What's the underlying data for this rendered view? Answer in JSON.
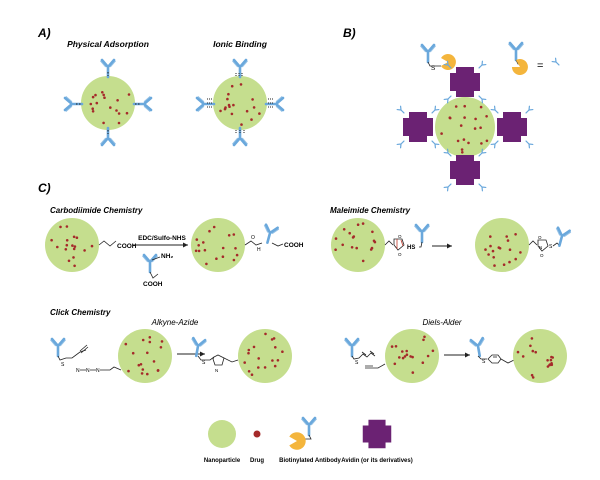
{
  "panels": {
    "a": {
      "letter": "A)",
      "left_title": "Physical Adsorption",
      "right_title": "Ionic Binding"
    },
    "b": {
      "letter": "B)",
      "equals": "=",
      "thiol_label": "S"
    },
    "c": {
      "letter": "C)",
      "carbodiimide": {
        "title": "Carbodiimide Chemistry",
        "reagent": "EDC/Sulfo-NHS",
        "cooh": "COOH",
        "amine": "NH₂",
        "cooh_ab": "COOH",
        "amide_o": "O",
        "amide_n": "H"
      },
      "maleimide": {
        "title": "Maleimide Chemistry",
        "hs": "HS",
        "o": "O",
        "n": "N",
        "s": "S"
      },
      "click": {
        "title": "Click Chemistry",
        "alkyne_azide": {
          "title": "Alkyne-Azide",
          "s": "S",
          "n": "N",
          "n_charge": "N",
          "n_end": "N"
        },
        "diels_alder": {
          "title": "Diels-Alder",
          "s": "S"
        }
      }
    }
  },
  "legend": {
    "nanoparticle": "Nanoparticle",
    "drug": "Drug",
    "antibody": "Biotinylated Antibody",
    "avidin": "Avidin (or its derivatives)"
  },
  "colors": {
    "nanoparticle": "#c5de8e",
    "drug": "#a52a2a",
    "antibody": "#6aa8dc",
    "biotin": "#f4b53c",
    "avidin": "#6b2273",
    "line": "#222222"
  }
}
